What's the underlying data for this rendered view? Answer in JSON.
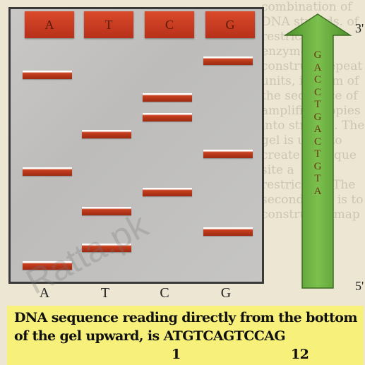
{
  "lanes": [
    {
      "name": "A",
      "bands": [
        100,
        237,
        370
      ]
    },
    {
      "name": "T",
      "bands": [
        184,
        293,
        345
      ]
    },
    {
      "name": "C",
      "bands": [
        132,
        160,
        266
      ]
    },
    {
      "name": "G",
      "bands": [
        80,
        212,
        322
      ]
    }
  ],
  "well_labels": [
    "A",
    "T",
    "C",
    "G"
  ],
  "bottom_labels": [
    "A",
    "T",
    "C",
    "G"
  ],
  "arrow_sequence": [
    "G",
    "A",
    "C",
    "C",
    "T",
    "G",
    "A",
    "C",
    "T",
    "G",
    "T",
    "A"
  ],
  "arrow_top_label": "3'",
  "arrow_bottom_label": "5'",
  "caption": {
    "line1": "DNA sequence reading directly from the bottom",
    "line2": "of the gel upward, is ATGTCAGTCCAG",
    "num_start": "1",
    "num_end": "12"
  },
  "watermark": "Ratta.pk",
  "background_text": "combination of DNA strands. of restriction enzymes to construct repeat units, in form of the sequence of amplified copies into strands. The gel is used to create a unique site a restriction. The second goal is to construct a map",
  "colors": {
    "band": "#b8301a",
    "arrow": "#5fa63a",
    "caption_bg": "#f7f07a"
  }
}
